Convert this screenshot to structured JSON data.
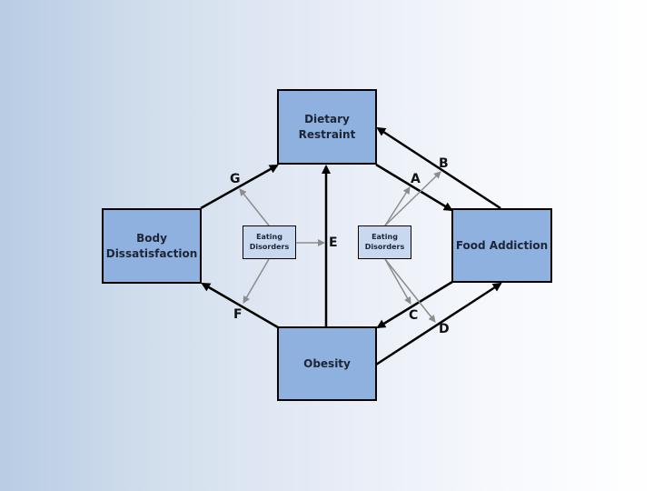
{
  "nodes": {
    "dietary_restraint": "Dietary\nRestraint",
    "body_dissatisfaction": "Body\nDissatisfaction",
    "food_addiction": "Food Addiction",
    "obesity": "Obesity",
    "eating_disorders_left": "Eating\nDisorders",
    "eating_disorders_right": "Eating\nDisorders"
  },
  "path_labels": {
    "a": "A",
    "b": "B",
    "c": "C",
    "d": "D",
    "e": "E",
    "f": "F",
    "g": "G"
  },
  "colors": {
    "main_box": "#8eb1e0",
    "moderator_box": "#c8d8ef",
    "main_arrow": "#000000",
    "moderator_arrow": "#8c8c8c"
  }
}
